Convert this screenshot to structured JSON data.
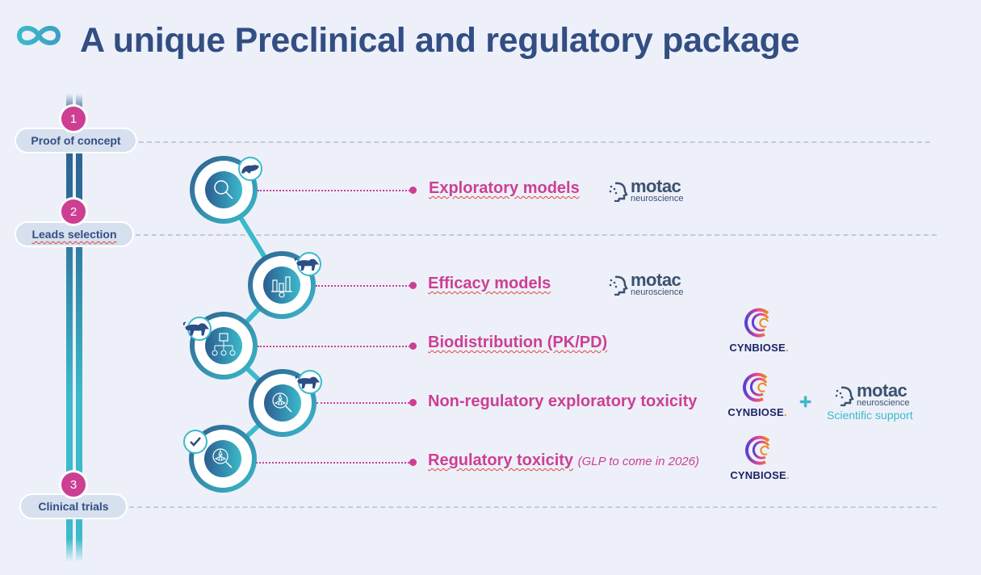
{
  "title": "A unique Preclinical and regulatory package",
  "title_icon": "infinity-icon",
  "colors": {
    "title": "#324e83",
    "accent_pink": "#cd3f93",
    "teal": "#3bbacb",
    "navy": "#2c5d91",
    "background": "#edf0f9"
  },
  "steps": [
    {
      "number": "1",
      "label": "Proof of concept"
    },
    {
      "number": "2",
      "label": "Leads selection"
    },
    {
      "number": "3",
      "label": "Clinical trials"
    }
  ],
  "models": [
    {
      "label": "Exploratory models",
      "sub": "",
      "icon": "search-icon",
      "badge": "rat-icon",
      "partners": [
        "motac"
      ]
    },
    {
      "label": "Efficacy models",
      "sub": "",
      "icon": "bar-chart-gear-icon",
      "badge": "monkey-icon",
      "partners": [
        "motac"
      ]
    },
    {
      "label": "Biodistribution (PK/PD)",
      "sub": "",
      "icon": "distribution-icon",
      "badge": "monkey-icon",
      "partners": [
        "cynbiose"
      ]
    },
    {
      "label": "Non-regulatory exploratory toxicity",
      "sub": "",
      "icon": "radiation-search-icon",
      "badge": "monkey-icon",
      "partners": [
        "cynbiose",
        "motac"
      ]
    },
    {
      "label": "Regulatory toxicity",
      "sub": "(GLP to come in 2026)",
      "icon": "radiation-search-icon",
      "badge": "check-icon",
      "partners": [
        "cynbiose"
      ]
    }
  ],
  "partners": {
    "motac": {
      "name": "motac",
      "tagline": "neuroscience"
    },
    "cynbiose": {
      "name": "CYNBIOSE",
      "dot": "."
    }
  },
  "plus_sign": "+",
  "scientific_support": "Scientific support"
}
